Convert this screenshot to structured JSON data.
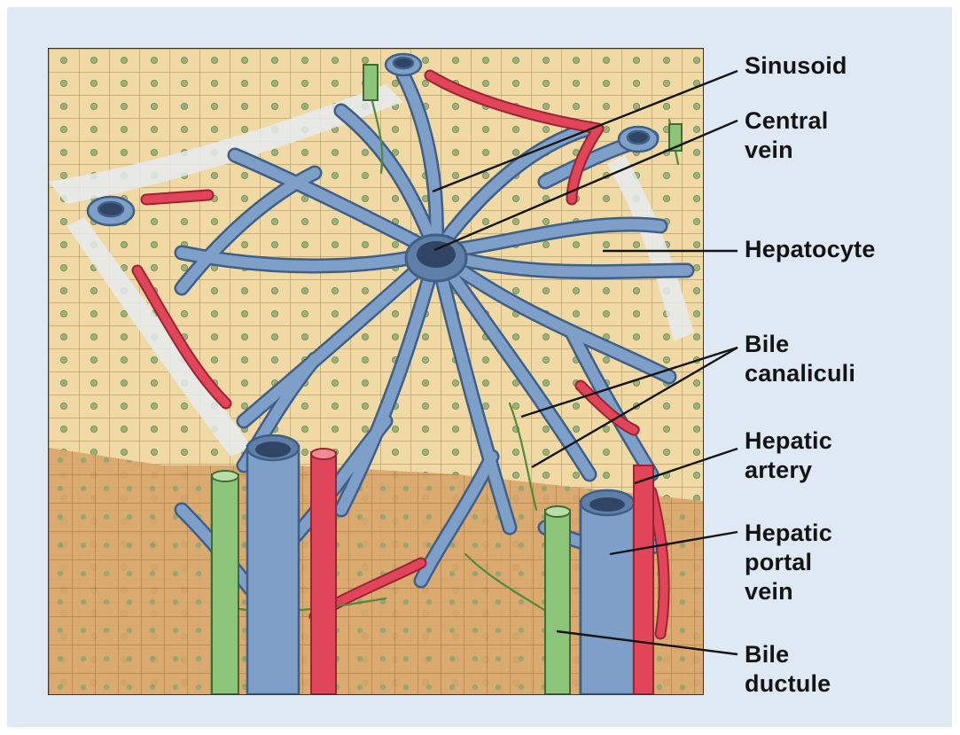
{
  "labels": {
    "sinusoid": [
      "Sinusoid"
    ],
    "central_vein": [
      "Central",
      "vein"
    ],
    "hepatocyte": [
      "Hepatocyte"
    ],
    "bile_canaliculi": [
      "Bile",
      "canaliculi"
    ],
    "hepatic_artery": [
      "Hepatic",
      "artery"
    ],
    "hepatic_portal_vein": [
      "Hepatic",
      "portal",
      "vein"
    ],
    "bile_ductule": [
      "Bile",
      "ductule"
    ]
  },
  "colors": {
    "background": "#dfe9f4",
    "hepatocyte_tissue": "#f0d9a4",
    "tissue_shadow": "#b88a58",
    "nucleus": "#8aa56a",
    "vein_blue": "#7e9fc8",
    "vein_outline": "#3f5f86",
    "artery_red": "#e0455a",
    "bile_green": "#8cc47a",
    "leader_line": "#141414"
  }
}
